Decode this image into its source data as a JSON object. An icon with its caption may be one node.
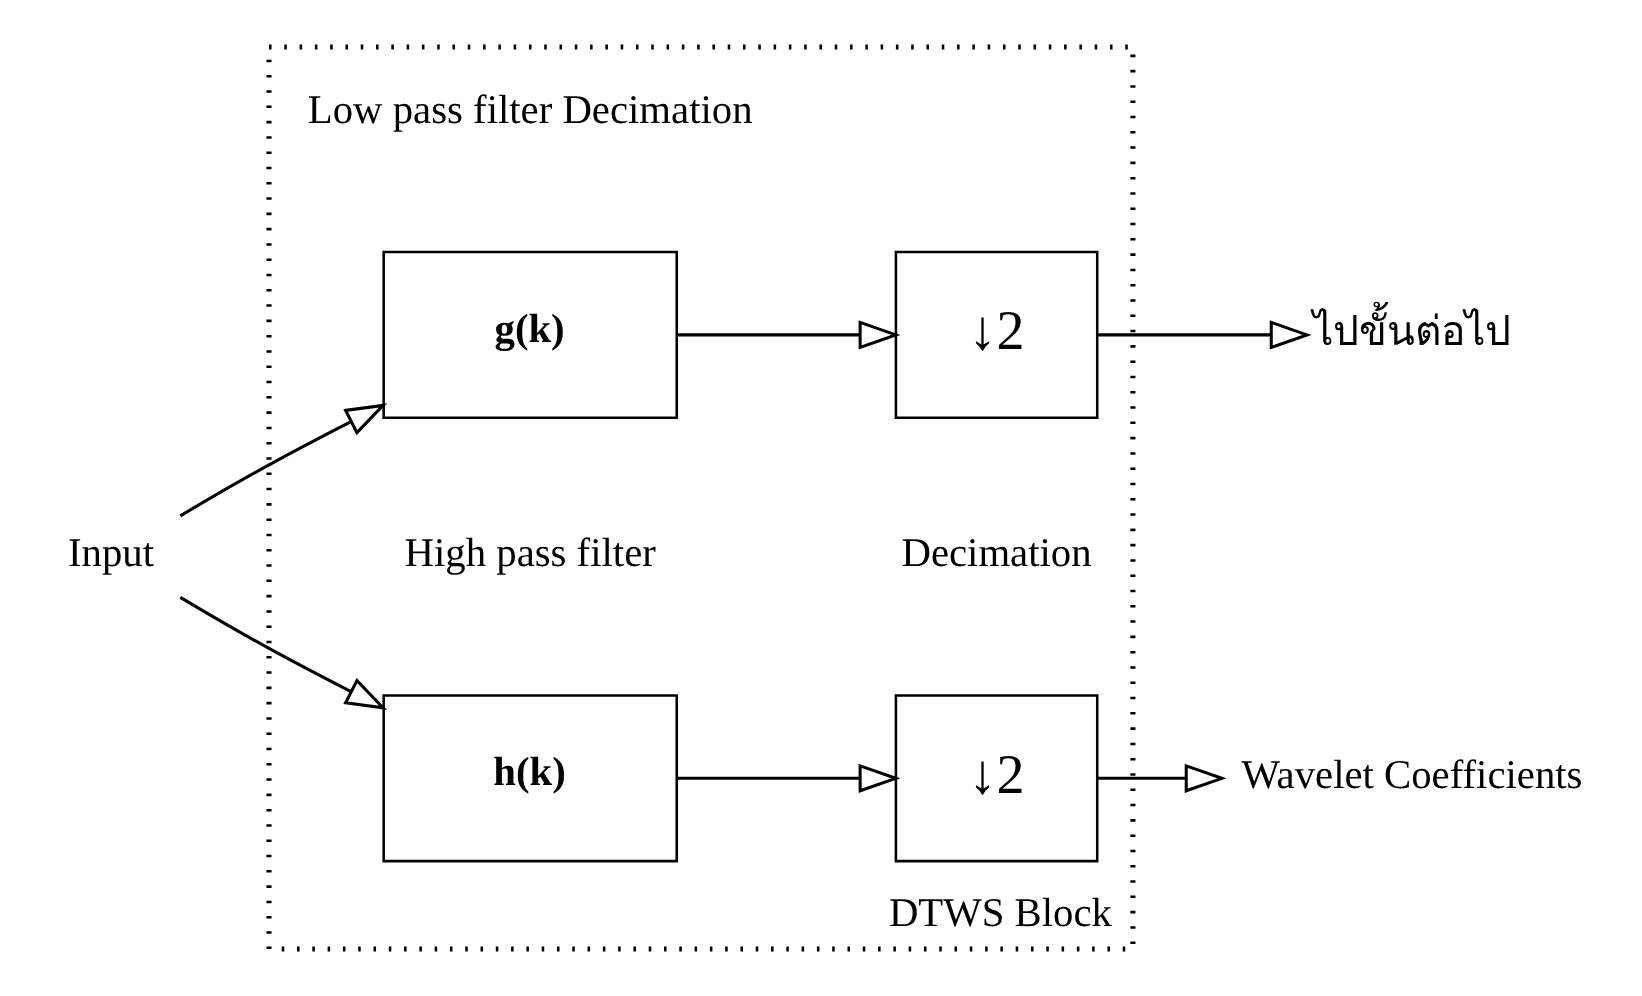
{
  "diagram": {
    "nodes": [
      {
        "text": [
          "DTWS Block"
        ]
      },
      {
        "text": [
          "Input"
        ]
      },
      {
        "text": [
          "g(k)"
        ],
        "in": 0
      },
      {
        "text": [
          "↓2"
        ],
        "in": 0
      },
      {
        "text": [
          "ไปขั้นต่อไป"
        ]
      },
      {
        "text": [
          "h(k)"
        ],
        "in": 0
      },
      {
        "text": [
          "↓2"
        ],
        "in": 0
      },
      {
        "text": [
          "Wavelet Coefficients"
        ]
      }
    ],
    "edges": [
      {
        "from": 1,
        "to": 2,
        "arrow": "to"
      },
      {
        "from": 1,
        "to": 5,
        "arrow": "to"
      },
      {
        "from": 2,
        "to": 3,
        "arrow": "to"
      },
      {
        "from": 3,
        "to": 4,
        "arrow": "to"
      },
      {
        "from": 5,
        "to": 6,
        "arrow": "to"
      },
      {
        "from": 6,
        "to": 7,
        "arrow": "to"
      }
    ],
    "labels": [
      "Low pass filter Decimation",
      "High pass filter",
      "Decimation"
    ]
  }
}
